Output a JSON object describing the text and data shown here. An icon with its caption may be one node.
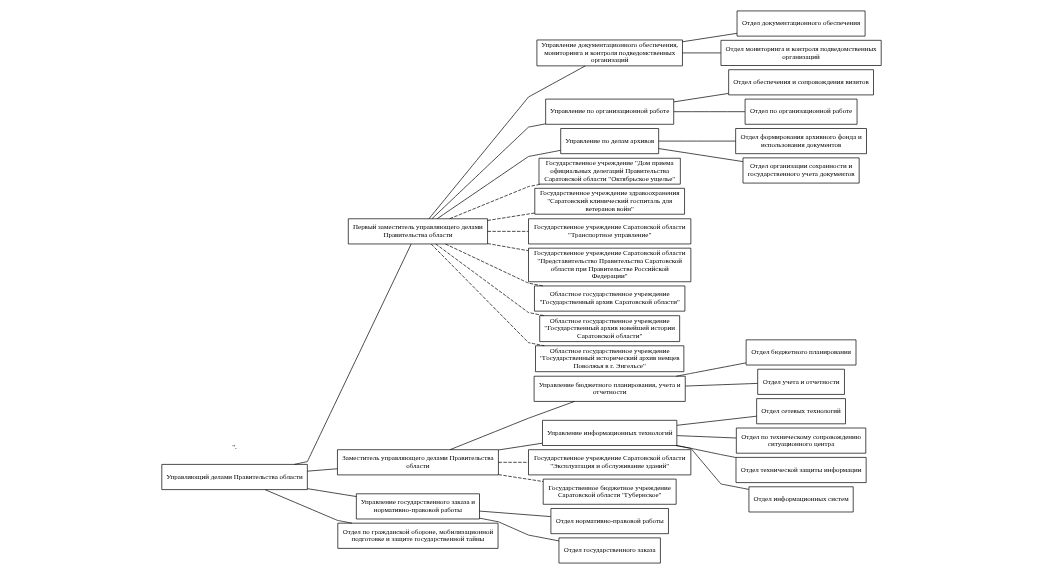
{
  "diagram": {
    "nodes": [
      {
        "text": [
          "Управляющий делами Правительства области"
        ]
      },
      {
        "text": [
          "Первый заместитель управляющего делами Правительства области"
        ]
      },
      {
        "text": [
          "Заместитель управляющего делами Правительства области"
        ]
      },
      {
        "text": [
          "Управление документационного обеспечения, мониторинга и контроля подведомственных организаций"
        ]
      },
      {
        "text": [
          "Отдел документационного обеспечения"
        ]
      },
      {
        "text": [
          "Отдел мониторинга и контроля подведомственных организаций"
        ]
      },
      {
        "text": [
          "Управление по организационной работе"
        ]
      },
      {
        "text": [
          "Отдел обеспечения и сопровождения визитов"
        ]
      },
      {
        "text": [
          "Отдел по организационной работе"
        ]
      },
      {
        "text": [
          "Управление по делам архивов"
        ]
      },
      {
        "text": [
          "Отдел формирования архивного фонда и использования документов"
        ]
      },
      {
        "text": [
          "Отдел организации сохранности и государственного учета документов"
        ]
      },
      {
        "text": [
          "Государственное учреждение \"Дом приема официальных делегаций Правительства Саратовской области \"Октябрьское ущелье\""
        ]
      },
      {
        "text": [
          "Управление государственного заказа и нормативно-правовой работы"
        ]
      },
      {
        "text": [
          "Отдел нормативно-правовой работы"
        ]
      },
      {
        "text": [
          "Отдел государственного заказа"
        ]
      },
      {
        "text": [
          "Отдел по гражданской обороне, мобилизационной подготовке и защите государственной тайны"
        ]
      },
      {
        "text": [
          "Государственное учреждение здравоохранения \"Саратовский клинический госпиталь для ветеранов войн\""
        ]
      },
      {
        "text": [
          "Государственное учреждение Саратовской области \"Транспортное управление\""
        ]
      },
      {
        "text": [
          "Государственное учреждение Саратовской области \"Представительство Правительства Саратовской области при Правительстве Российской Федерации\""
        ]
      },
      {
        "text": [
          "Областное государственное учреждение \"Государственный архив Саратовской области\""
        ]
      },
      {
        "text": [
          "Областное государственное учреждение \"Государственный архив новейшей истории Саратовской области\""
        ]
      },
      {
        "text": [
          "Областное государственное учреждение \"Государственный исторический архив немцев Поволжья в г. Энгельсе\""
        ]
      },
      {
        "text": [
          "Управление бюджетного планирования, учета и отчетности"
        ]
      },
      {
        "text": [
          "Отдел бюджетного планирования"
        ]
      },
      {
        "text": [
          "Отдел учета и отчетности"
        ]
      },
      {
        "text": [
          "Управление информационных технологий"
        ]
      },
      {
        "text": [
          "Отдел сетевых технологий"
        ]
      },
      {
        "text": [
          "Отдел по техническому сопровождению ситуационного центра"
        ]
      },
      {
        "text": [
          "Отдел технической защиты информации"
        ]
      },
      {
        "text": [
          "Отдел информационных систем"
        ]
      },
      {
        "text": [
          "Государственное учреждение Саратовской области \"Эксплуатация и обслуживание зданий\""
        ]
      },
      {
        "text": [
          "Государственное бюджетное учреждение Саратовской области \"Губернское\""
        ]
      }
    ],
    "edges": [
      {
        "from": 0,
        "to": 1,
        "arrow": "none"
      },
      {
        "from": 0,
        "to": 2,
        "arrow": "none"
      },
      {
        "from": 0,
        "to": 13,
        "arrow": "none"
      },
      {
        "from": 0,
        "to": 16,
        "arrow": "none"
      },
      {
        "from": 1,
        "to": 3,
        "arrow": "none"
      },
      {
        "from": 3,
        "to": 4,
        "arrow": "none"
      },
      {
        "from": 3,
        "to": 5,
        "arrow": "none"
      },
      {
        "from": 1,
        "to": 6,
        "arrow": "none"
      },
      {
        "from": 6,
        "to": 7,
        "arrow": "none"
      },
      {
        "from": 6,
        "to": 8,
        "arrow": "none"
      },
      {
        "from": 1,
        "to": 9,
        "arrow": "none"
      },
      {
        "from": 9,
        "to": 10,
        "arrow": "none"
      },
      {
        "from": 9,
        "to": 11,
        "arrow": "none"
      },
      {
        "from": 1,
        "to": 12,
        "arrow": "none",
        "style": "dashed"
      },
      {
        "from": 13,
        "to": 14,
        "arrow": "none"
      },
      {
        "from": 13,
        "to": 15,
        "arrow": "none"
      },
      {
        "from": 1,
        "to": 17,
        "arrow": "none",
        "style": "dashed"
      },
      {
        "from": 1,
        "to": 18,
        "arrow": "none",
        "style": "dashed"
      },
      {
        "from": 1,
        "to": 19,
        "arrow": "none",
        "style": "dashed"
      },
      {
        "from": 1,
        "to": 20,
        "arrow": "none",
        "style": "dashed"
      },
      {
        "from": 1,
        "to": 21,
        "arrow": "none",
        "style": "dashed"
      },
      {
        "from": 1,
        "to": 22,
        "arrow": "none",
        "style": "dashed"
      },
      {
        "from": 2,
        "to": 23,
        "arrow": "none"
      },
      {
        "from": 23,
        "to": 24,
        "arrow": "none"
      },
      {
        "from": 23,
        "to": 25,
        "arrow": "none"
      },
      {
        "from": 2,
        "to": 26,
        "arrow": "none"
      },
      {
        "from": 26,
        "to": 27,
        "arrow": "none"
      },
      {
        "from": 26,
        "to": 28,
        "arrow": "none"
      },
      {
        "from": 26,
        "to": 29,
        "arrow": "none"
      },
      {
        "from": 26,
        "to": 30,
        "arrow": "none"
      },
      {
        "from": 2,
        "to": 31,
        "arrow": "none",
        "style": "dashed"
      },
      {
        "from": 2,
        "to": 32,
        "arrow": "none",
        "style": "dashed"
      }
    ],
    "labels": [
      "\"."
    ]
  }
}
